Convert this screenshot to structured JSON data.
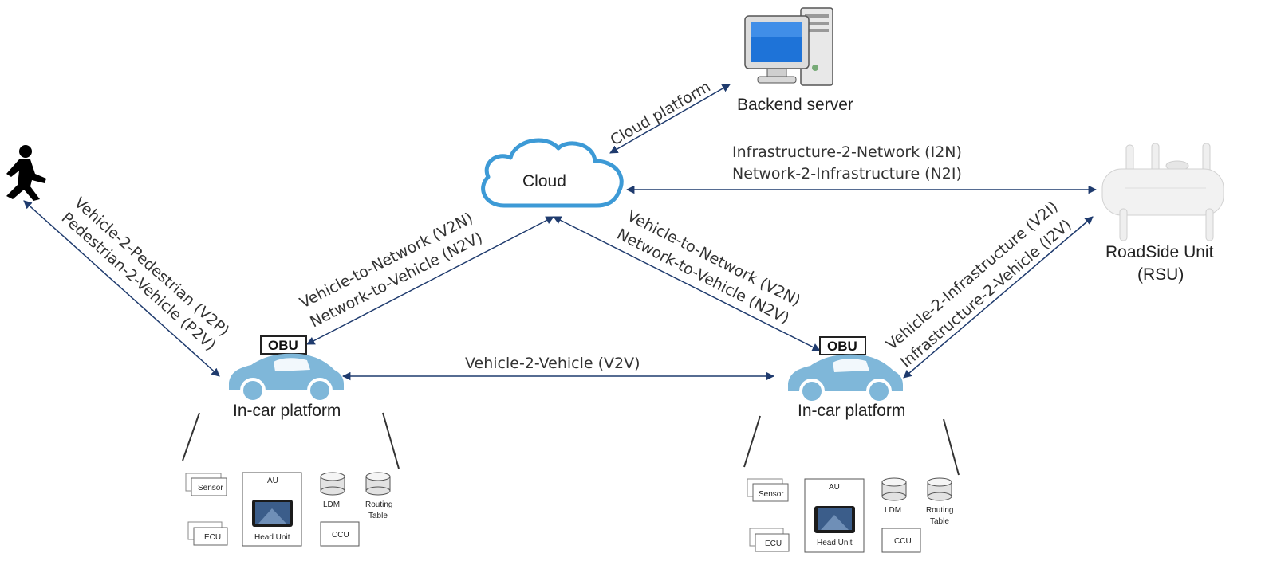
{
  "nodes": {
    "cloud": "Cloud",
    "backend_server": "Backend server",
    "rsu_line1": "RoadSide Unit",
    "rsu_line2": "(RSU)",
    "incar_left": "In-car platform",
    "incar_right": "In-car platform",
    "obu": "OBU"
  },
  "links": {
    "cloud_platform": "Cloud platform",
    "i2n": "Infrastructure-2-Network (I2N)",
    "n2i": "Network-2-Infrastructure (N2I)",
    "v2p": "Vehicle-2-Pedestrian (V2P)",
    "p2v": "Pedestrian-2-Vehicle (P2V)",
    "v2n_left": "Vehicle-to-Network (V2N)",
    "n2v_left": "Network-to-Vehicle (N2V)",
    "v2n_right": "Vehicle-to-Network (V2N)",
    "n2v_right": "Network-to-Vehicle (N2V)",
    "v2i": "Vehicle-2-Infrastructure (V2I)",
    "i2v": "Infrastructure-2-Vehicle (I2V)",
    "v2v": "Vehicle-2-Vehicle (V2V)"
  },
  "platform_components": {
    "sensor": "Sensor",
    "ecu": "ECU",
    "au": "AU",
    "head_unit": "Head Unit",
    "ldm": "LDM",
    "ccu": "CCU",
    "routing_line1": "Routing",
    "routing_line2": "Table"
  },
  "colors": {
    "arrow": "#1f3b6e",
    "cloud_stroke": "#3d9ad6",
    "car": "#7fb7d9"
  }
}
